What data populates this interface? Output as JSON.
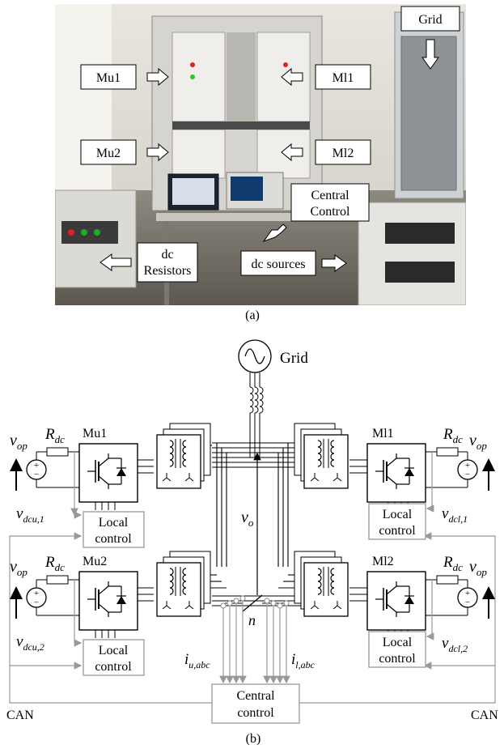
{
  "photo": {
    "labels": {
      "mu1": "Mu1",
      "ml1": "Ml1",
      "mu2": "Mu2",
      "ml2": "Ml2",
      "grid": "Grid",
      "central_line1": "Central",
      "central_line2": "Control",
      "dc_resistors_line1": "dc",
      "dc_resistors_line2": "Resistors",
      "dc_sources": "dc sources"
    }
  },
  "captions": {
    "a": "(a)",
    "b": "(b)"
  },
  "diagram": {
    "grid": "Grid",
    "modules": {
      "mu1": "Mu1",
      "mu2": "Mu2",
      "ml1": "Ml1",
      "ml2": "Ml2"
    },
    "local_control_line1": "Local",
    "local_control_line2": "control",
    "central_line1": "Central",
    "central_line2": "control",
    "can_left": "CAN",
    "can_right": "CAN",
    "neutral": "n",
    "v_op": {
      "base": "v",
      "sub": "op"
    },
    "r_dc": {
      "base": "R",
      "sub": "dc"
    },
    "v_o": {
      "base": "v",
      "sub": "o"
    },
    "v_dcu1": {
      "base": "v",
      "sub": "dcu,1"
    },
    "v_dcu2": {
      "base": "v",
      "sub": "dcu,2"
    },
    "v_dcl1": {
      "base": "v",
      "sub": "dcl,1"
    },
    "v_dcl2": {
      "base": "v",
      "sub": "dcl,2"
    },
    "i_u": {
      "base": "i",
      "sub": "u,abc"
    },
    "i_l": {
      "base": "i",
      "sub": "l,abc"
    },
    "plus": "+",
    "minus": "−"
  }
}
